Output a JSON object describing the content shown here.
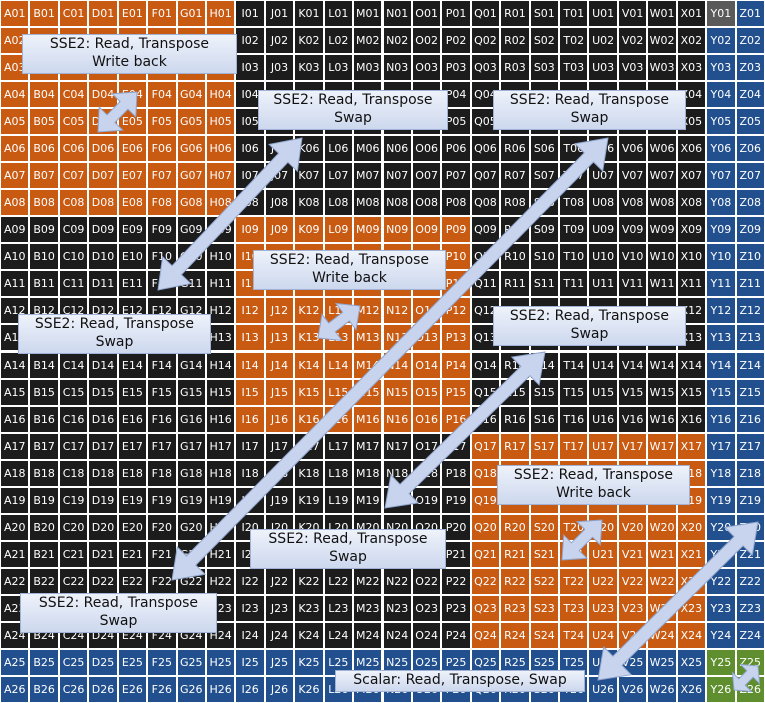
{
  "matrix": {
    "columns": [
      "A",
      "B",
      "C",
      "D",
      "E",
      "F",
      "G",
      "H",
      "I",
      "J",
      "K",
      "L",
      "M",
      "N",
      "O",
      "P",
      "Q",
      "R",
      "S",
      "T",
      "U",
      "V",
      "W",
      "X",
      "Y",
      "Z"
    ],
    "row_count": 26,
    "block_size": 8,
    "colors": {
      "orange": "#c85a12",
      "black": "#1c1c1c",
      "blue": "#22508e",
      "green": "#5e8e2e",
      "highlight": "#5a5a5a",
      "arrow": "#c8d4ee"
    },
    "highlighted_cell": "Y01"
  },
  "labels": [
    {
      "id": "l1",
      "line1": "SSE2: Read, Transpose",
      "line2": "Write back"
    },
    {
      "id": "l2",
      "line1": "SSE2: Read, Transpose",
      "line2": "Swap"
    },
    {
      "id": "l3",
      "line1": "SSE2: Read, Transpose",
      "line2": "Swap"
    },
    {
      "id": "l4",
      "line1": "SSE2: Read, Transpose",
      "line2": "Write back"
    },
    {
      "id": "l5",
      "line1": "SSE2: Read, Transpose",
      "line2": "Swap"
    },
    {
      "id": "l6",
      "line1": "SSE2: Read, Transpose",
      "line2": "Swap"
    },
    {
      "id": "l7",
      "line1": "SSE2: Read, Transpose",
      "line2": "Write back"
    },
    {
      "id": "l8",
      "line1": "SSE2: Read, Transpose",
      "line2": "Swap"
    },
    {
      "id": "l9",
      "line1": "SSE2: Read, Transpose",
      "line2": "Swap"
    },
    {
      "id": "l10",
      "line1": "Scalar: Read, Transpose, Swap",
      "line2": ""
    }
  ]
}
